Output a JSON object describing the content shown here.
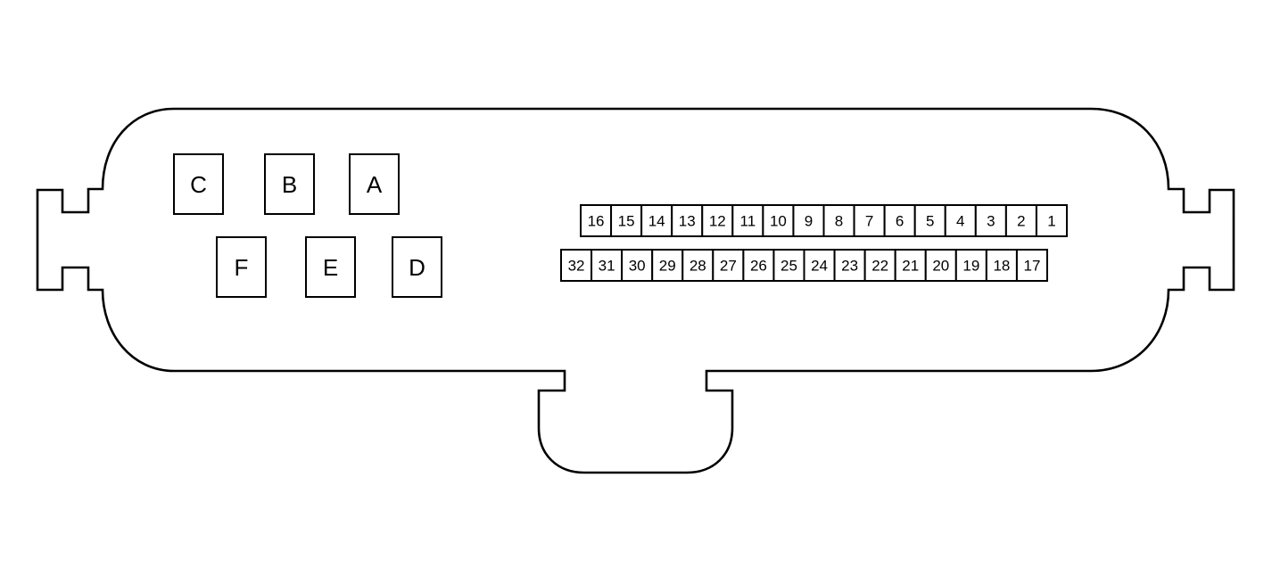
{
  "large_cavities": [
    {
      "label": "C"
    },
    {
      "label": "B"
    },
    {
      "label": "A"
    },
    {
      "label": "F"
    },
    {
      "label": "E"
    },
    {
      "label": "D"
    }
  ],
  "pin_rows": [
    {
      "labels": [
        "16",
        "15",
        "14",
        "13",
        "12",
        "11",
        "10",
        "9",
        "8",
        "7",
        "6",
        "5",
        "4",
        "3",
        "2",
        "1"
      ]
    },
    {
      "labels": [
        "32",
        "31",
        "30",
        "29",
        "28",
        "27",
        "26",
        "25",
        "24",
        "23",
        "22",
        "21",
        "20",
        "19",
        "18",
        "17"
      ]
    }
  ]
}
